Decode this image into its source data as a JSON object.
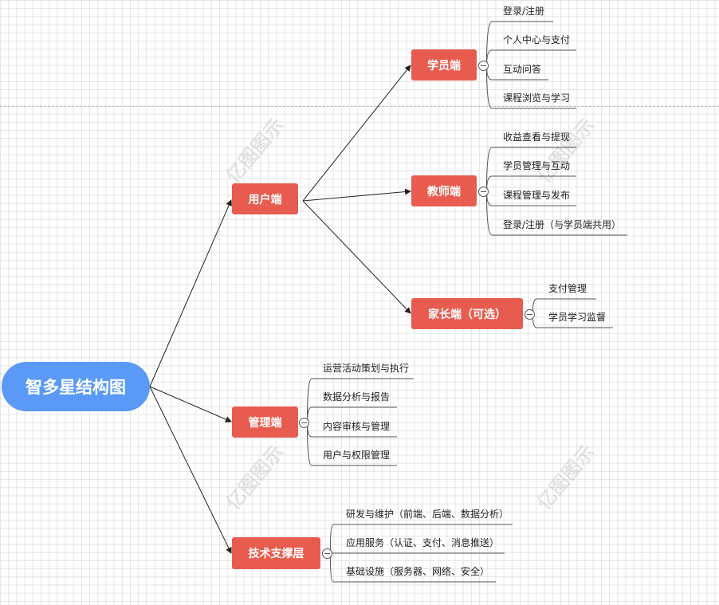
{
  "root": "智多星结构图",
  "watermark": "亿图图示",
  "branches": {
    "user": {
      "label": "用户端"
    },
    "student": {
      "label": "学员端",
      "items": [
        "登录/注册",
        "个人中心与支付",
        "互动问答",
        "课程浏览与学习"
      ]
    },
    "teacher": {
      "label": "教师端",
      "items": [
        "收益查看与提现",
        "学员管理与互动",
        "课程管理与发布",
        "登录/注册（与学员端共用）"
      ]
    },
    "parent": {
      "label": "家长端（可选）",
      "items": [
        "支付管理",
        "学员学习监督"
      ]
    },
    "admin": {
      "label": "管理端",
      "items": [
        "运营活动策划与执行",
        "数据分析与报告",
        "内容审核与管理",
        "用户与权限管理"
      ]
    },
    "tech": {
      "label": "技术支撑层",
      "items": [
        "研发与维护（前端、后端、数据分析）",
        "应用服务（认证、支付、消息推送）",
        "基础设施（服务器、网络、安全）"
      ]
    }
  },
  "colors": {
    "root": "#5a9af6",
    "node": "#e75c4f"
  }
}
